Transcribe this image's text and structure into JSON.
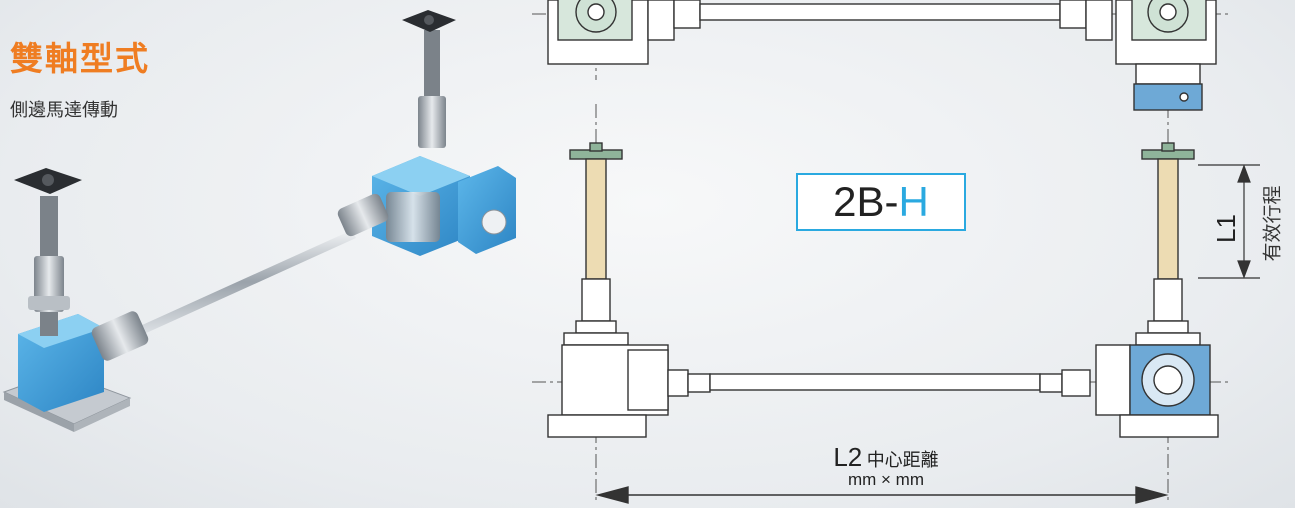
{
  "header": {
    "title": "雙軸型式",
    "subtitle": "側邊馬達傳動"
  },
  "diagram": {
    "model": "2B-",
    "model_suffix": "H",
    "dim_l2_label": "L2",
    "dim_l2_desc": "中心距離",
    "dim_l2_units": "mm × mm",
    "dim_l1_label": "L1",
    "stroke_label": "有效行程"
  },
  "colors": {
    "title": "#ef7d22",
    "accent": "#2aa9e0",
    "screw": "#eddcb3",
    "cap": "#8fb49a",
    "gearbox_blue": "#6aa7d1"
  }
}
